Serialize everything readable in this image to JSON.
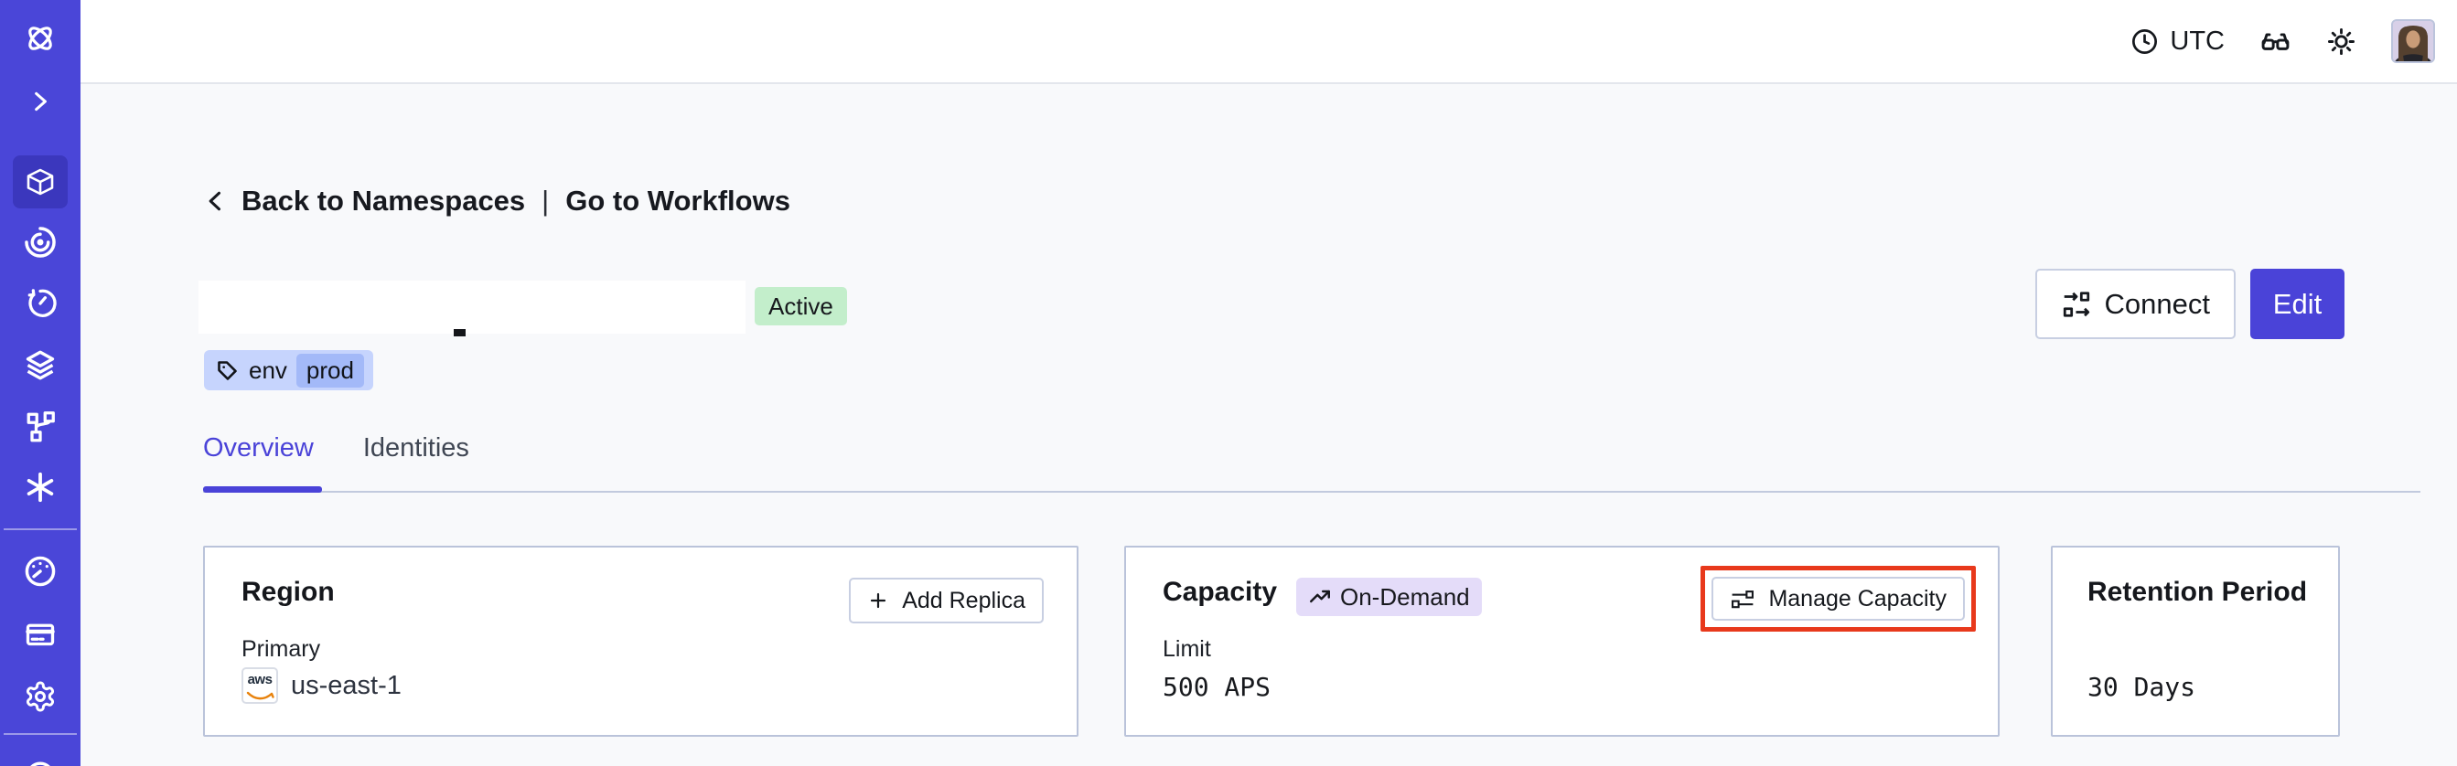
{
  "header": {
    "timezone_label": "UTC"
  },
  "sidebar": {
    "items": [
      {
        "icon": "temporal-logo"
      },
      {
        "icon": "chevron-right-expand"
      },
      {
        "icon": "namespaces-cube",
        "active": true
      },
      {
        "icon": "workflows-spiral"
      },
      {
        "icon": "schedules-timer"
      },
      {
        "icon": "deployments-layers"
      },
      {
        "icon": "batch-branch"
      },
      {
        "icon": "nexus-asterisk"
      },
      {
        "icon": "usage-gauge"
      },
      {
        "icon": "billing-card"
      },
      {
        "icon": "settings-gear"
      },
      {
        "icon": "help-circle-partial"
      }
    ]
  },
  "breadcrumb": {
    "back_label": "Back to Namespaces",
    "separator": "|",
    "forward_label": "Go to Workflows"
  },
  "namespace": {
    "status_badge": "Active",
    "tag_key": "env",
    "tag_value": "prod"
  },
  "actions": {
    "connect_label": "Connect",
    "edit_label": "Edit"
  },
  "tabs": {
    "overview": "Overview",
    "identities": "Identities"
  },
  "cards": {
    "region": {
      "title": "Region",
      "add_replica_label": "Add Replica",
      "field_label": "Primary",
      "provider_label": "aws",
      "region_value": "us-east-1"
    },
    "capacity": {
      "title": "Capacity",
      "badge_label": "On-Demand",
      "manage_label": "Manage Capacity",
      "field_label": "Limit",
      "limit_value": "500 APS"
    },
    "retention": {
      "title": "Retention Period",
      "value": "30 Days"
    }
  },
  "colors": {
    "sidebar_indigo": "#4a46d8",
    "accent_indigo": "#4a43d8",
    "active_badge_green": "#c3eecb",
    "ondemand_badge_purple": "#e4dcf9",
    "tag_blue": "#c6d4fd",
    "tag_value_blue": "#a3b9f8",
    "annotation_red": "#e8391c",
    "aws_orange": "#e8820c"
  }
}
